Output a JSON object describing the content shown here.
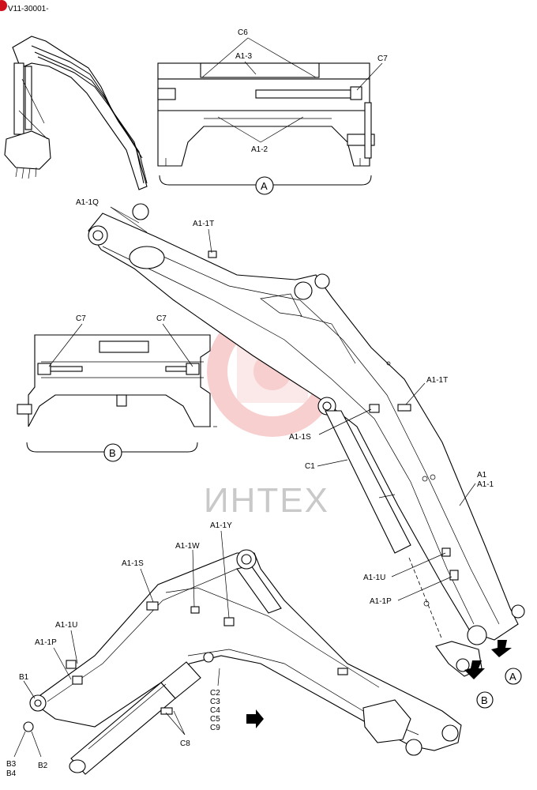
{
  "header": {
    "code": "V11-30001-"
  },
  "watermark": {
    "text": "ИНТЕХ",
    "color": "#f2a9a9"
  },
  "colors": {
    "line": "#000000",
    "marker": "#d0101b"
  },
  "views": {
    "a": "A",
    "b": "B"
  },
  "labels": {
    "c6": "C6",
    "a1_3": "A1-3",
    "c7_top": "C7",
    "a1_2": "A1-2",
    "a1_1q": "A1-1Q",
    "a1_1t_top": "A1-1T",
    "c7_left": "C7",
    "c7_right": "C7",
    "a1_1t_mid": "A1-1T",
    "a1_1s_mid": "A1-1S",
    "c1": "C1",
    "a1": "A1",
    "a1_1": "A1-1",
    "a1_1u_right": "A1-1U",
    "a1_1p_right": "A1-1P",
    "a1_1y": "A1-1Y",
    "a1_1w": "A1-1W",
    "a1_1s_low": "A1-1S",
    "a1_1u_low": "A1-1U",
    "a1_1p_low": "A1-1P",
    "b1": "B1",
    "b3": "B3",
    "b4": "B4",
    "b2": "B2",
    "c2": "C2",
    "c3": "C3",
    "c4": "C4",
    "c5": "C5",
    "c9": "C9",
    "c8": "C8"
  }
}
